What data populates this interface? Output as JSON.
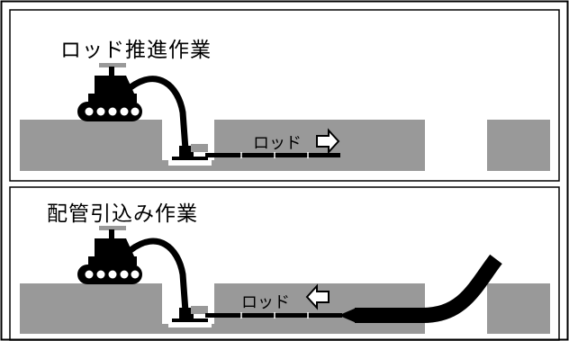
{
  "panels": [
    {
      "title": "ロッド推進作業",
      "rod_label": "ロッド",
      "arrow_direction": "right"
    },
    {
      "title": "配管引込み作業",
      "rod_label": "ロッド",
      "arrow_direction": "left"
    }
  ],
  "colors": {
    "ground": "#999999",
    "machine": "#000000",
    "outline": "#000000",
    "background": "#ffffff"
  }
}
